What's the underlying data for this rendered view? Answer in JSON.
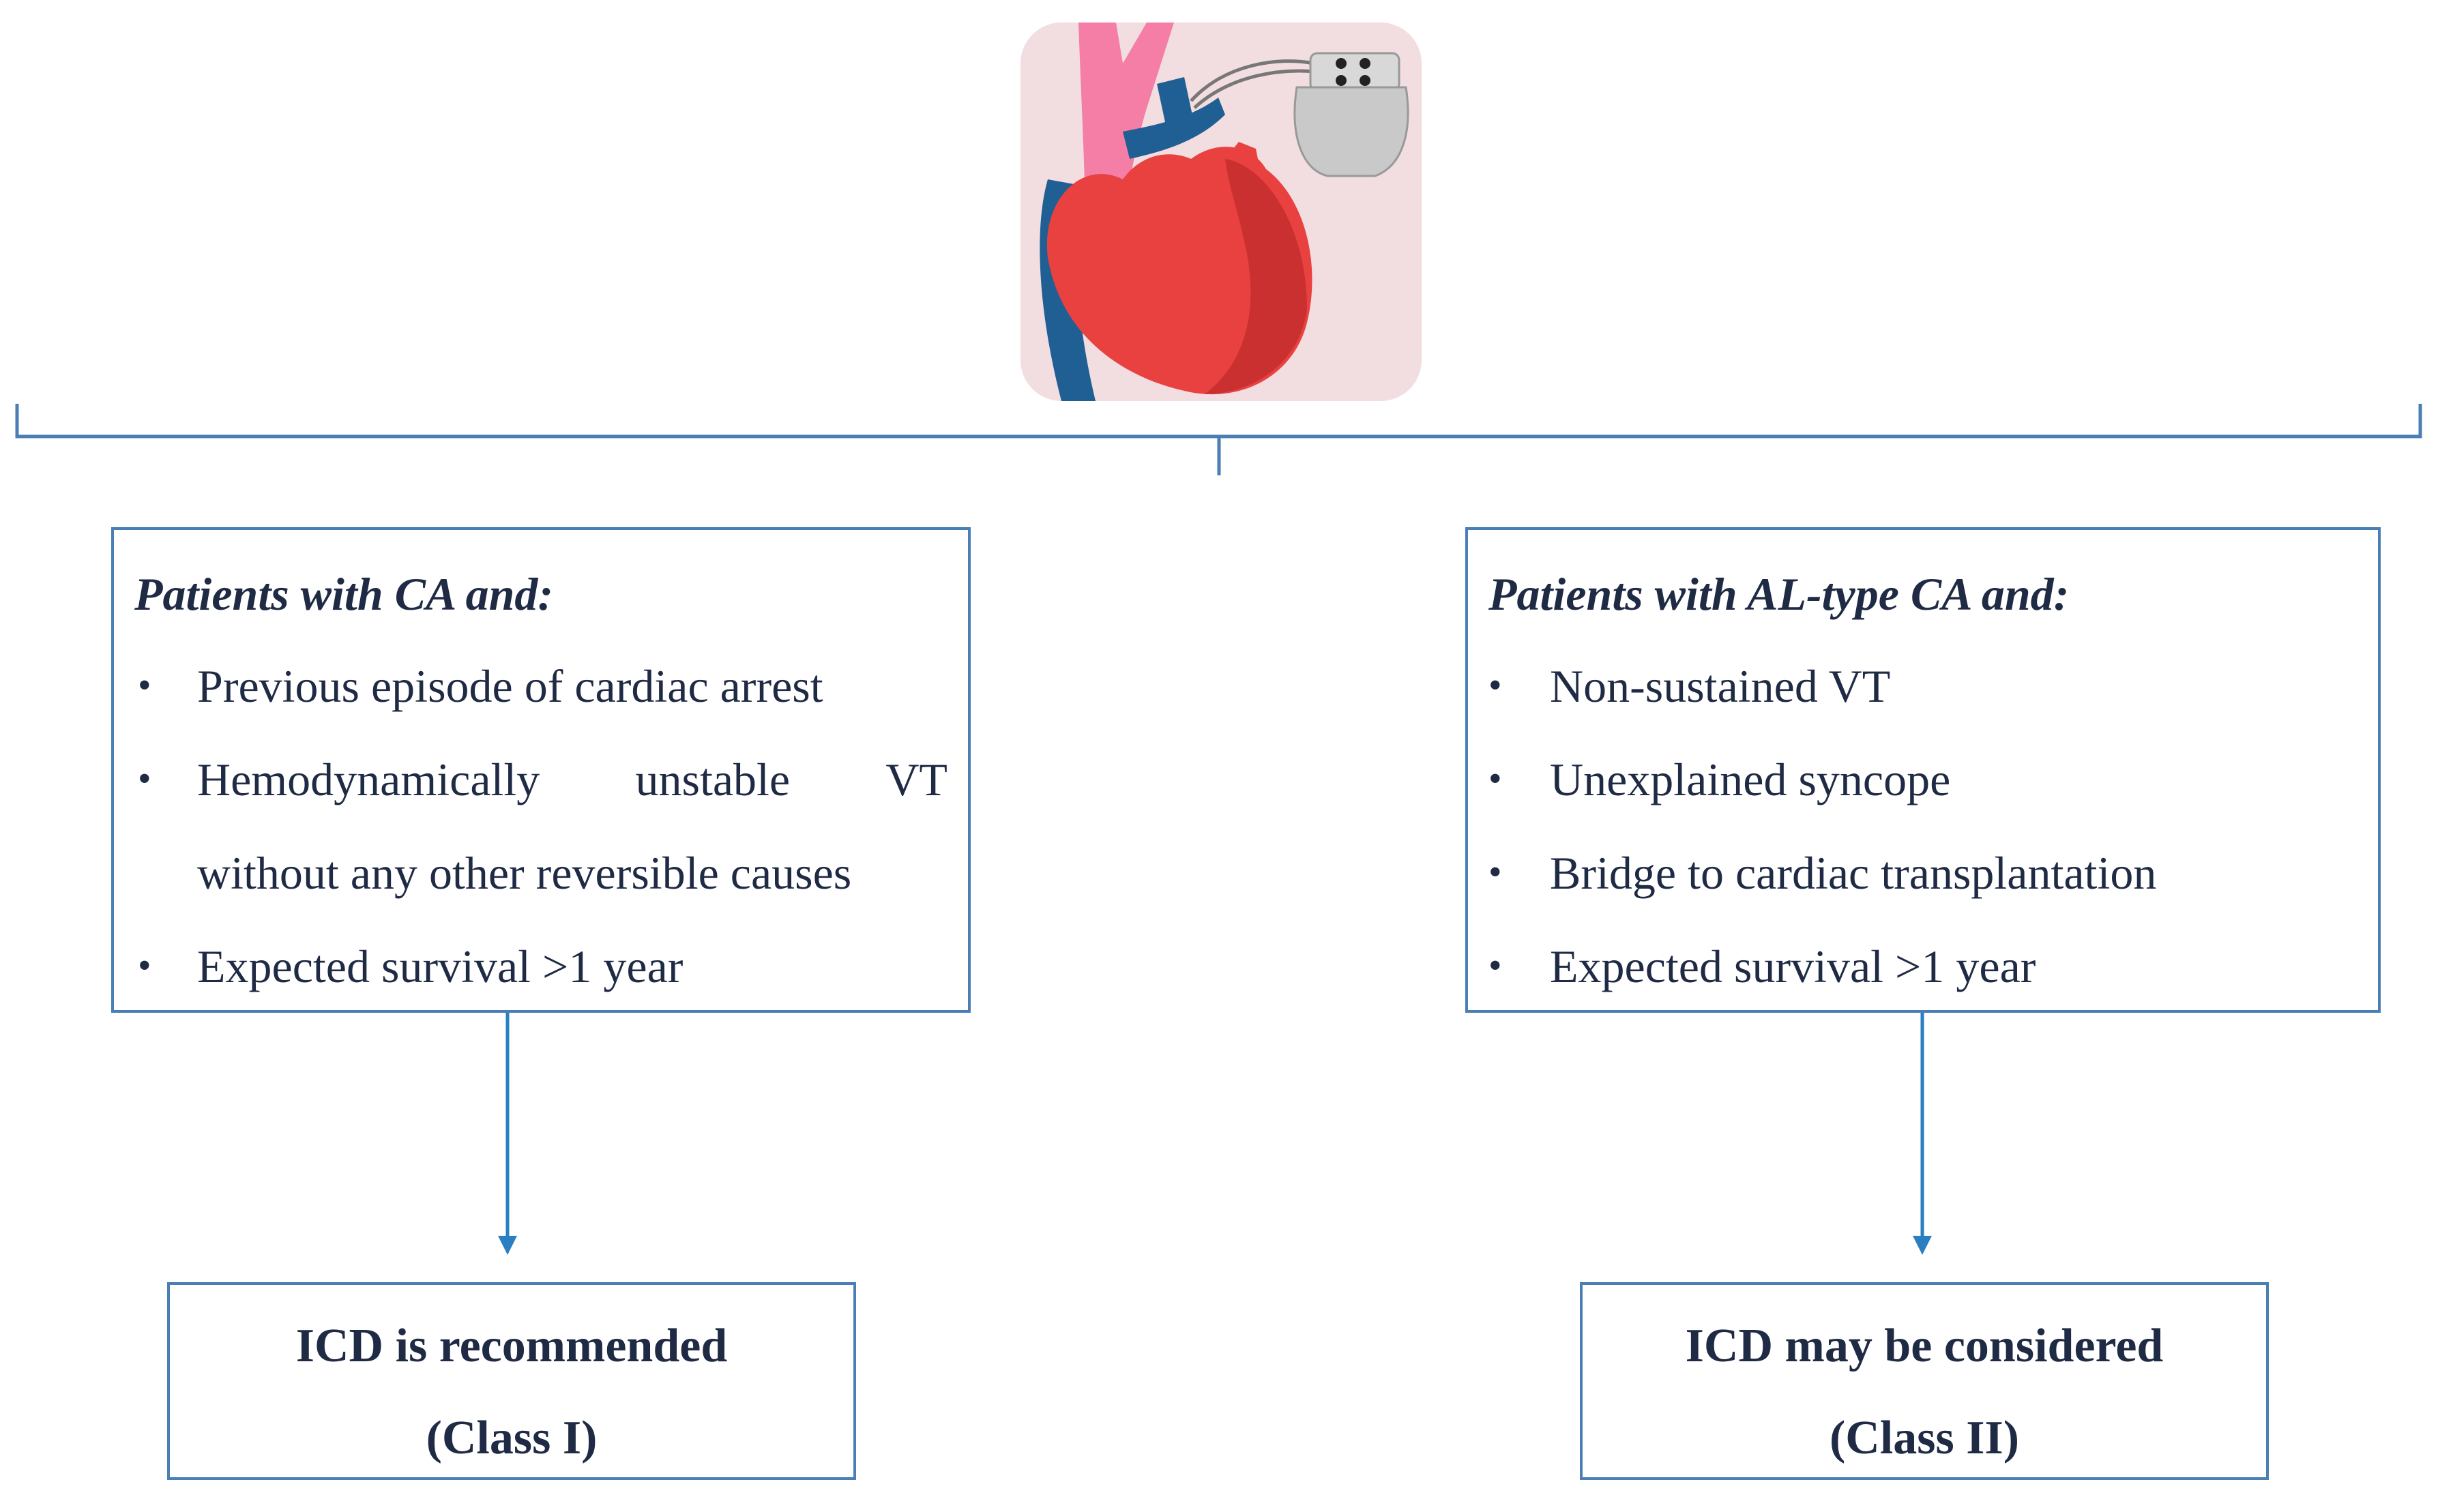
{
  "left_box": {
    "heading": "Patients with CA and:",
    "bullets": [
      "Previous episode of cardiac arrest",
      "Hemodynamically unstable VT without any other reversible causes",
      "Expected survival >1 year"
    ],
    "bullet2_line1_words": [
      "Hemodynamically",
      "unstable",
      "VT"
    ],
    "bullet2_line2": "without any other reversible causes"
  },
  "right_box": {
    "heading": "Patients with AL-type CA and:",
    "bullets": [
      "Non-sustained VT",
      "Unexplained syncope",
      "Bridge to cardiac transplantation",
      "Expected survival >1 year"
    ]
  },
  "left_outcome": {
    "line1": "ICD is recommended",
    "line2": "(Class I)"
  },
  "right_outcome": {
    "line1": "ICD may be considered",
    "line2": "(Class II)"
  },
  "bullet_symbol": "•",
  "colors": {
    "line": "#4a7fb5",
    "arrow": "#2a7fc0",
    "text": "#1f2a44",
    "heart_red": "#e8413f",
    "heart_dark_red": "#c9302f",
    "artery_pink": "#f47ea5",
    "vein_blue": "#1f5f93",
    "device_gray": "#c9c9c9",
    "icon_background": "#f2dde0"
  },
  "icons": [
    "heart-with-implanted-device-icon"
  ]
}
